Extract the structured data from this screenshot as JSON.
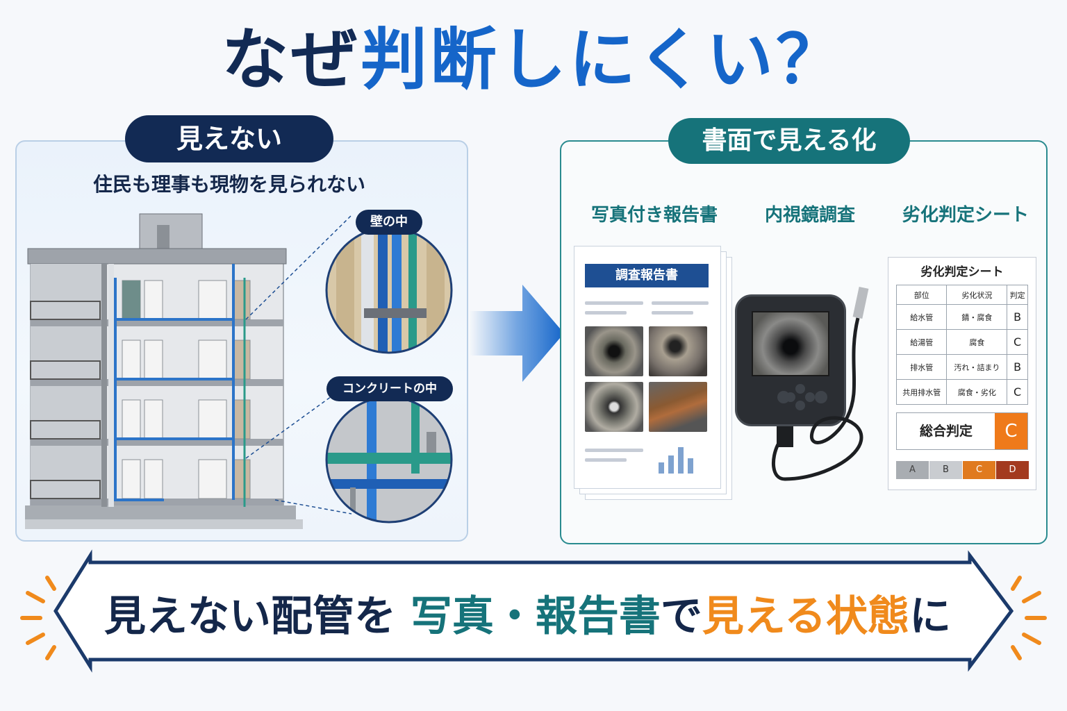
{
  "title": {
    "part1": "なぜ",
    "part2": "判断しにくい？"
  },
  "left": {
    "badge": "見えない",
    "subtitle": "住民も理事も現物を見られない",
    "callout_wall": "壁の中",
    "callout_concrete": "コンクリートの中"
  },
  "right": {
    "badge": "書面で見える化",
    "labels": [
      "写真付き報告書",
      "内視鏡調査",
      "劣化判定シート"
    ],
    "report_header": "調査報告書",
    "sheet": {
      "title": "劣化判定シート",
      "headers": [
        "部位",
        "劣化状況",
        "判定"
      ],
      "rows": [
        [
          "給水管",
          "錆・腐食",
          "B"
        ],
        [
          "給湯管",
          "腐食",
          "C"
        ],
        [
          "排水管",
          "汚れ・詰まり",
          "B"
        ],
        [
          "共用排水管",
          "腐食・劣化",
          "C"
        ]
      ],
      "total_label": "総合判定",
      "total_grade": "C",
      "scale": [
        "A",
        "B",
        "C",
        "D"
      ]
    }
  },
  "banner": {
    "part1": "見えない配管を",
    "part2": "写真・報告書",
    "part3": "で",
    "part4": "見える状態",
    "part5": "に"
  },
  "colors": {
    "navy": "#14274a",
    "blue": "#1565c9",
    "teal": "#16737a",
    "orange": "#ef7a1a"
  }
}
